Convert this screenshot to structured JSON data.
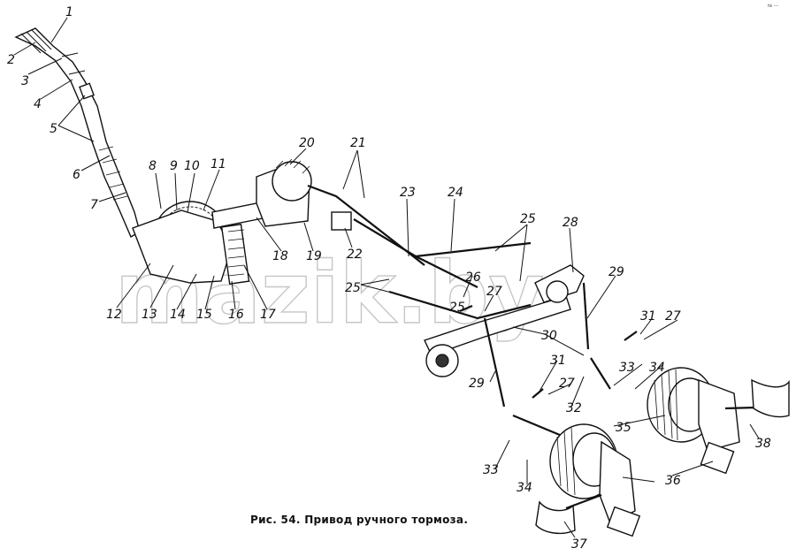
{
  "figure": {
    "caption": "Рис. 54. Привод ручного тормоза.",
    "watermark": "mazik.by",
    "corner_mark": "№ ---",
    "labels": [
      "1",
      "2",
      "3",
      "4",
      "5",
      "6",
      "7",
      "8",
      "9",
      "10",
      "11",
      "12",
      "13",
      "14",
      "15",
      "16",
      "17",
      "18",
      "19",
      "20",
      "21",
      "22",
      "23",
      "24",
      "25",
      "26",
      "27",
      "28",
      "29",
      "30",
      "31",
      "32",
      "33",
      "34",
      "35",
      "36",
      "37",
      "38"
    ]
  },
  "colors": {
    "ink": "#111111",
    "background": "#ffffff",
    "watermark": "#999999"
  }
}
